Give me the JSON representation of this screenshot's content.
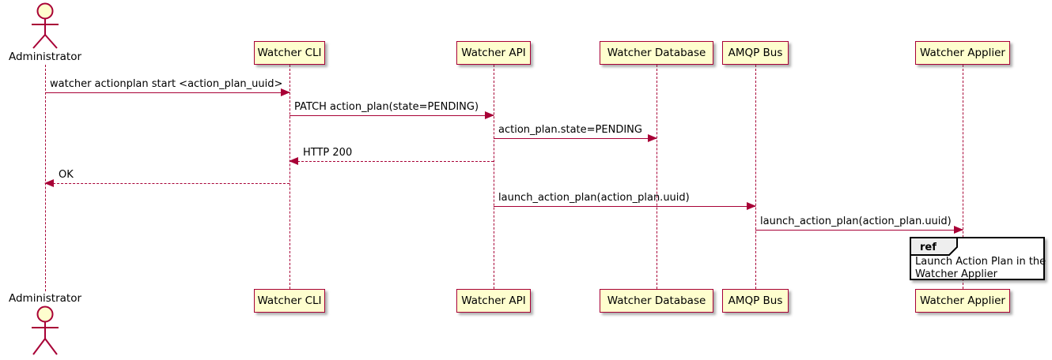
{
  "colors": {
    "accent": "#A80036",
    "participant_fill": "#FEFECE",
    "ref_header_fill": "#EEEEEE",
    "background": "#FFFFFF",
    "text": "#000000"
  },
  "actor": {
    "name": "Administrator"
  },
  "participants": [
    {
      "label": "Watcher CLI"
    },
    {
      "label": "Watcher API"
    },
    {
      "label": "Watcher Database"
    },
    {
      "label": "AMQP Bus"
    },
    {
      "label": "Watcher Applier"
    }
  ],
  "messages": [
    {
      "label": "watcher actionplan start <action_plan_uuid>",
      "from": "Administrator",
      "to": "Watcher CLI",
      "line": "solid",
      "direction": "right"
    },
    {
      "label": "PATCH action_plan(state=PENDING)",
      "from": "Watcher CLI",
      "to": "Watcher API",
      "line": "solid",
      "direction": "right"
    },
    {
      "label": "action_plan.state=PENDING",
      "from": "Watcher API",
      "to": "Watcher Database",
      "line": "solid",
      "direction": "right"
    },
    {
      "label": "HTTP 200",
      "from": "Watcher API",
      "to": "Watcher CLI",
      "line": "dashed",
      "direction": "left"
    },
    {
      "label": "OK",
      "from": "Watcher CLI",
      "to": "Administrator",
      "line": "dashed",
      "direction": "left"
    },
    {
      "label": "launch_action_plan(action_plan.uuid)",
      "from": "Watcher API",
      "to": "AMQP Bus",
      "line": "solid",
      "direction": "right"
    },
    {
      "label": "launch_action_plan(action_plan.uuid)",
      "from": "AMQP Bus",
      "to": "Watcher Applier",
      "line": "solid",
      "direction": "right"
    }
  ],
  "ref": {
    "keyword": "ref",
    "lines": [
      "Launch Action Plan in the",
      "Watcher Applier"
    ],
    "over": "Watcher Applier"
  }
}
